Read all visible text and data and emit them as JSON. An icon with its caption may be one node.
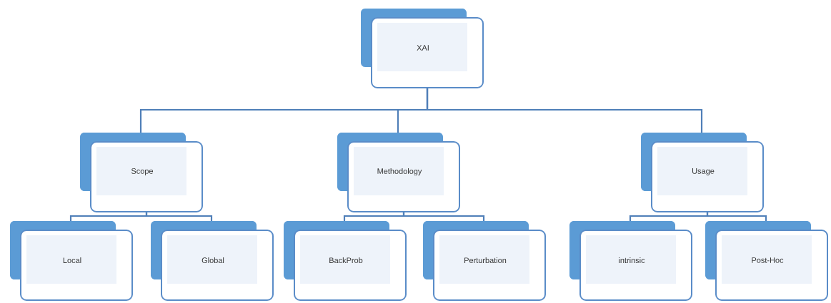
{
  "diagram": {
    "nodes": [
      {
        "text": [
          "XAI"
        ]
      },
      {
        "text": [
          "Scope"
        ]
      },
      {
        "text": [
          "Methodology"
        ]
      },
      {
        "text": [
          "Usage"
        ]
      },
      {
        "text": [
          "Local"
        ]
      },
      {
        "text": [
          "Global"
        ]
      },
      {
        "text": [
          "BackProb"
        ]
      },
      {
        "text": [
          "Perturbation"
        ]
      },
      {
        "text": [
          "intrinsic"
        ]
      },
      {
        "text": [
          "Post-Hoc"
        ]
      }
    ],
    "edges": [
      {
        "from": 0,
        "to": 1,
        "arrow": "none"
      },
      {
        "from": 0,
        "to": 2,
        "arrow": "none"
      },
      {
        "from": 0,
        "to": 3,
        "arrow": "none"
      },
      {
        "from": 1,
        "to": 4,
        "arrow": "none"
      },
      {
        "from": 1,
        "to": 5,
        "arrow": "none"
      },
      {
        "from": 2,
        "to": 6,
        "arrow": "none"
      },
      {
        "from": 2,
        "to": 7,
        "arrow": "none"
      },
      {
        "from": 3,
        "to": 8,
        "arrow": "none"
      },
      {
        "from": 3,
        "to": 9,
        "arrow": "none"
      }
    ]
  }
}
